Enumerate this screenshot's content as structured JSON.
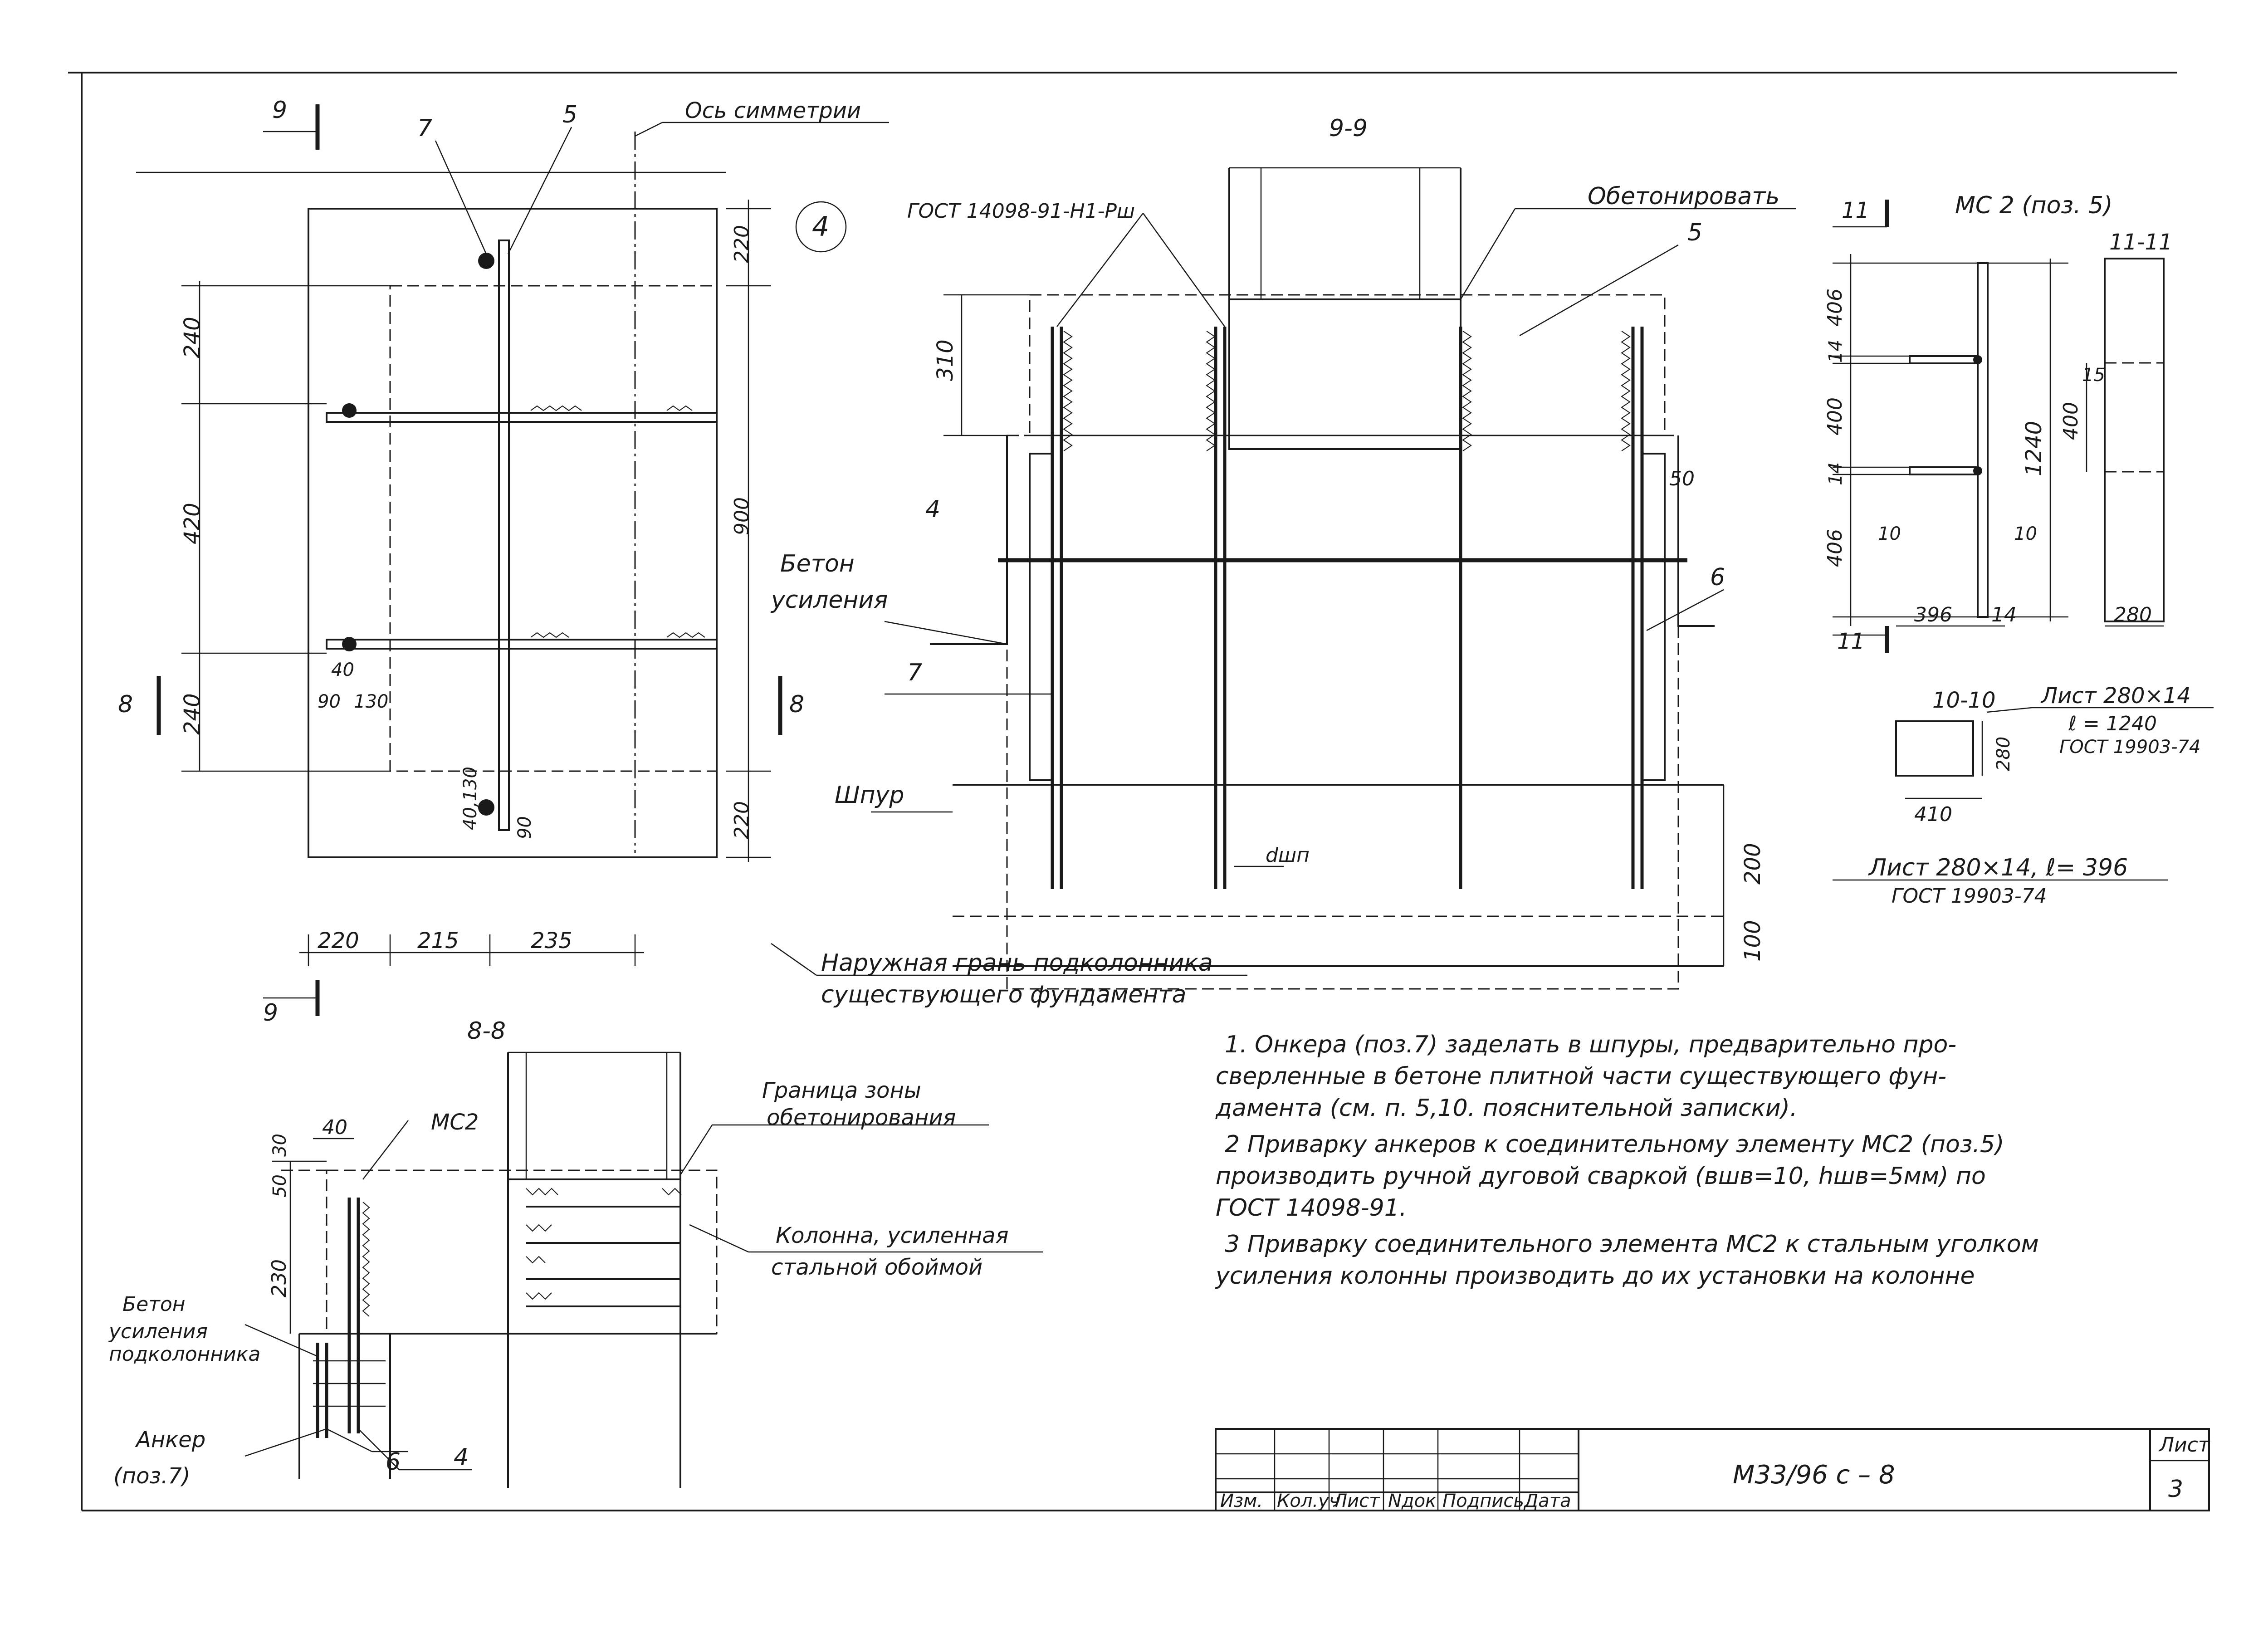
{
  "plan": {
    "section_mark": "9",
    "pos7": "7",
    "pos5": "5",
    "symmetry_axis": "Ось симметрии",
    "circle_number": "4",
    "dims_left": [
      "240",
      "420",
      "240"
    ],
    "dims_right": [
      "220",
      "900",
      "220"
    ],
    "dims_bottom": [
      "220",
      "215",
      "235"
    ],
    "dims_small": [
      "40",
      "90",
      "130",
      "40,130",
      "90"
    ],
    "section_8": "8"
  },
  "section_9_9": {
    "title": "9-9",
    "gost_label": "ГОСТ 14098-91-Н1-Рш",
    "concrete_label": "Обетонировать",
    "pos5": "5",
    "pos4": "4",
    "pos6": "6",
    "pos7": "7",
    "beton_line1": "Бетон",
    "beton_line2": "усиления",
    "shpur": "Шпур",
    "d_label": "dшп",
    "dim_310": "310",
    "dim_50": "50",
    "dim_200": "200",
    "dim_100": "100",
    "outer_face_line1": "Наружная грань подколонника",
    "outer_face_line2": "существующего фундамента"
  },
  "mc2": {
    "title": "МС 2 (поз. 5)",
    "section_11": "11",
    "view_11_11": "11-11",
    "dims_left": [
      "406",
      "14",
      "400",
      "14",
      "406"
    ],
    "dim_1240": "1240",
    "dim_400": "400",
    "dim_15": "15",
    "dim_10a": "10",
    "dim_10b": "10",
    "dim_396": "396",
    "dim_14": "14",
    "dim_280": "280",
    "view_10_10": "10-10",
    "sheet1_line1": "Лист 280×14",
    "sheet1_line2": "ℓ = 1240",
    "sheet1_line3": "ГОСТ 19903-74",
    "dim_280b": "280",
    "dim_410": "410",
    "sheet2_line1": "Лист 280×14, ℓ= 396",
    "sheet2_line2": "ГОСТ 19903-74"
  },
  "section_8_8": {
    "title": "8-8",
    "dim_40": "40",
    "mc2": "МС2",
    "dims_left": [
      "30",
      "50",
      "230"
    ],
    "boundary_line1": "Граница зоны",
    "boundary_line2": "обетонирования",
    "column_line1": "Колонна, усиленная",
    "column_line2": "стальной обоймой",
    "beton_line1": "Бетон",
    "beton_line2": "усиления",
    "beton_line3": "подколонника",
    "anchor_line1": "Анкер",
    "anchor_line2": "(поз.7)",
    "pos6": "6",
    "pos4": "4"
  },
  "notes": [
    "1. Онкера (поз.7) заделать в шпуры, предварительно про-",
    "сверленные в бетоне плитной части существующего фун-",
    "дамента (см. п. 5,10. пояснительной записки).",
    "2 Приварку анкеров к соединительному элементу МС2 (поз.5)",
    "производить ручной дуговой сваркой (вшв=10, hшв=5мм) по",
    "ГОСТ 14098-91.",
    "3 Приварку соединительного элемента МС2 к стальным уголком",
    "усиления колонны производить до их установки на колонне"
  ],
  "title_block": {
    "headers": [
      "Изм.",
      "Кол.уч",
      "Лист",
      "Nдок",
      "Подпись",
      "Дата"
    ],
    "doc_code": "М33/96 с – 8",
    "sheet_label": "Лист",
    "sheet_number": "3"
  }
}
